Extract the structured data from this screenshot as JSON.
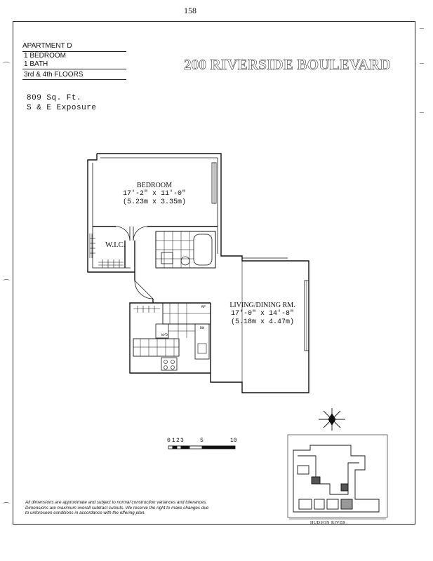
{
  "page_number": "158",
  "unit": {
    "apartment": "APARTMENT D",
    "bedrooms": "1 BEDROOM",
    "baths": "1 BATH",
    "floors": "3rd & 4th FLOORS"
  },
  "building_name": "200 RIVERSIDE BOULEVARD",
  "specs": {
    "area": "809 Sq. Ft.",
    "exposure": "S & E Exposure"
  },
  "rooms": {
    "bedroom": {
      "name": "BEDROOM",
      "dims_ft": "17'-2\" x 11'-0\"",
      "dims_m": "(5.23m x 3.35m)"
    },
    "wic": {
      "name": "W.I.C."
    },
    "living": {
      "name": "LIVING/DINING RM.",
      "dims_ft": "17'-0\" x 14'-8\"",
      "dims_m": "(5.18m x 4.47m)"
    }
  },
  "fixture_labels": {
    "refrigerator": "RF",
    "washer_dryer": "W/D",
    "dishwasher": "DW"
  },
  "scale": {
    "ticks": [
      "0",
      "1",
      "2",
      "3",
      "5",
      "10"
    ]
  },
  "footer_text": [
    "All dimensions are approximate and subject to normal construction variances and tolerances.",
    "Dimensions are maximum overall subtract cutouts.  We reserve the right to make changes due",
    "to unforeseen conditions in accordance with the offering plan."
  ],
  "site_plan": {
    "river_label": "HUDSON RIVER"
  }
}
